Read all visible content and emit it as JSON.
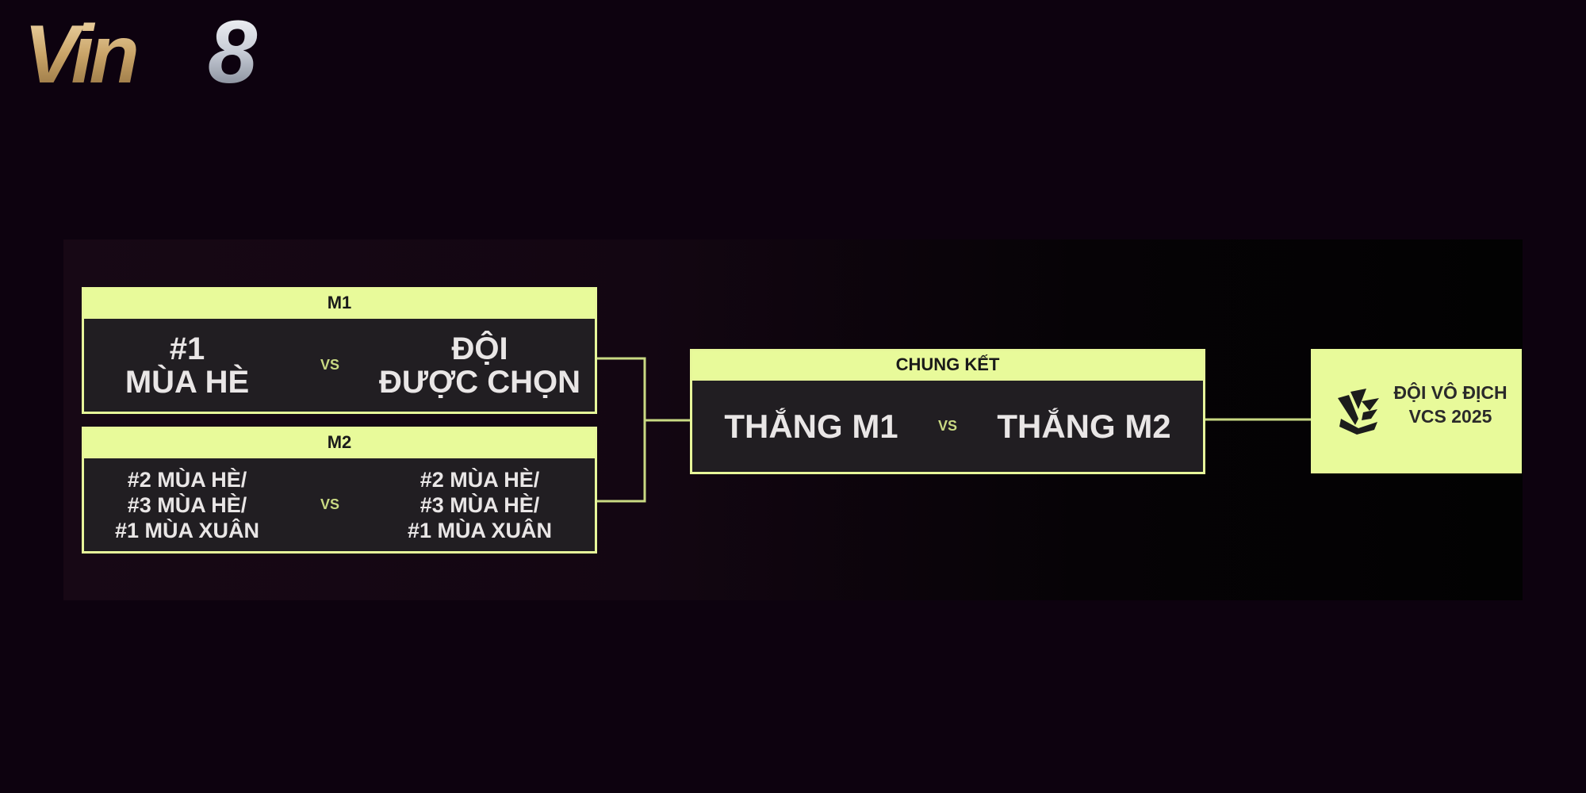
{
  "logo": {
    "text": "Vin8"
  },
  "bracket": {
    "m1": {
      "label": "M1",
      "team_left": "#1\nMÙA HÈ",
      "vs": "VS",
      "team_right": "ĐỘI\nĐƯỢC CHỌN"
    },
    "m2": {
      "label": "M2",
      "team_left": "#2 MÙA HÈ/\n#3 MÙA HÈ/\n#1 MÙA XUÂN",
      "vs": "VS",
      "team_right": "#2 MÙA HÈ/\n#3 MÙA HÈ/\n#1 MÙA XUÂN"
    },
    "final": {
      "label": "CHUNG KẾT",
      "team_left": "THẮNG M1",
      "vs": "VS",
      "team_right": "THẮNG M2"
    },
    "champion": {
      "label": "ĐỘI VÔ ĐỊCH\nVCS 2025",
      "icon": "vcs-logo-icon"
    }
  },
  "colors": {
    "background": "#0d020f",
    "accent": "#e8fa9a",
    "box": "#211e22",
    "text": "#e9e6e6"
  }
}
